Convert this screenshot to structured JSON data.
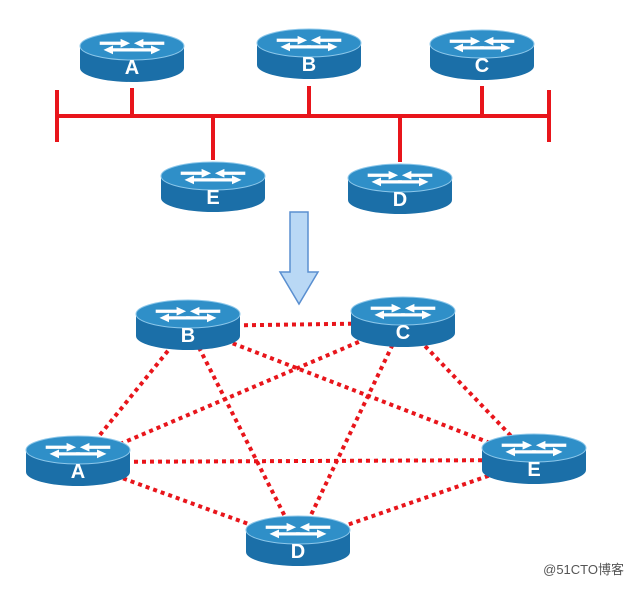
{
  "colors": {
    "ethernet": "#e8151b",
    "adjacency": "#e8151b",
    "router_top": "#2f8fc8",
    "router_side": "#1b6fa8",
    "arrow_fill": "#b9d8f5",
    "arrow_stroke": "#5a8fd0"
  },
  "top_network": {
    "routers": [
      {
        "id": "A",
        "label": "A"
      },
      {
        "id": "B",
        "label": "B"
      },
      {
        "id": "C",
        "label": "C"
      },
      {
        "id": "E",
        "label": "E"
      },
      {
        "id": "D",
        "label": "D"
      }
    ]
  },
  "bottom_network": {
    "routers": [
      {
        "id": "B",
        "label": "B"
      },
      {
        "id": "C",
        "label": "C"
      },
      {
        "id": "A",
        "label": "A"
      },
      {
        "id": "E",
        "label": "E"
      },
      {
        "id": "D",
        "label": "D"
      }
    ],
    "adjacencies": [
      [
        "B",
        "C"
      ],
      [
        "B",
        "A"
      ],
      [
        "B",
        "E"
      ],
      [
        "B",
        "D"
      ],
      [
        "C",
        "A"
      ],
      [
        "C",
        "E"
      ],
      [
        "C",
        "D"
      ],
      [
        "A",
        "E"
      ],
      [
        "A",
        "D"
      ],
      [
        "E",
        "D"
      ]
    ]
  },
  "transition_arrow_icon": "down-arrow-icon",
  "router_icon": "router-icon",
  "watermark": "@51CTO博客"
}
